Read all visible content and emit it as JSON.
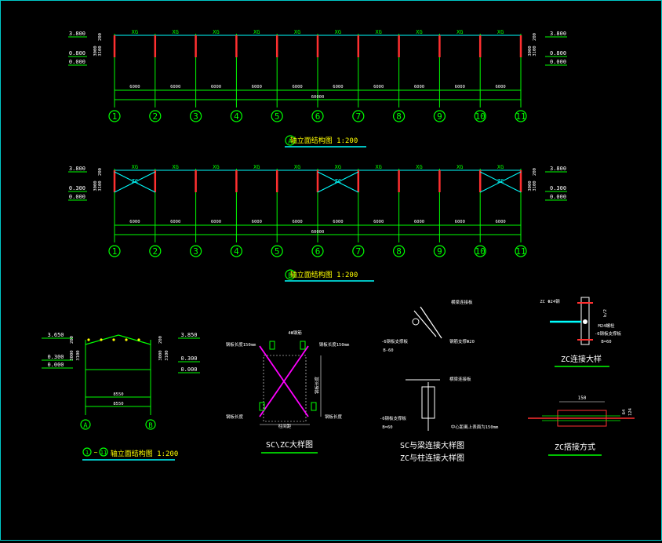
{
  "colors": {
    "background": "#000000",
    "frame": "#00c8c8",
    "green": "#00ff00",
    "cyan": "#00ffff",
    "white": "#ffffff",
    "red": "#ff3030",
    "magenta": "#ff00ff",
    "yellow": "#ffff00"
  },
  "elevation_a": {
    "beam_labels": [
      "XG",
      "XG",
      "XG",
      "XG",
      "XG",
      "XG",
      "XG",
      "XG",
      "XG",
      "XG"
    ],
    "bay_labels": [
      "6000",
      "6000",
      "6000",
      "6000",
      "6000",
      "6000",
      "6000",
      "6000",
      "6000",
      "6000"
    ],
    "total": "60000",
    "axes": [
      "1",
      "2",
      "3",
      "4",
      "5",
      "6",
      "7",
      "8",
      "9",
      "10",
      "11"
    ],
    "levels": [
      "3.800",
      "0.800",
      "0.000"
    ],
    "side_dims": [
      "200",
      "3000",
      "3100"
    ],
    "title_letter": "A",
    "title": "轴立面结构图 1:200"
  },
  "elevation_b": {
    "beam_labels": [
      "XG",
      "XG",
      "XG",
      "XG",
      "XG",
      "XG",
      "XG",
      "XG",
      "XG",
      "XG"
    ],
    "brace_label": "ZC",
    "bay_labels": [
      "6000",
      "6000",
      "6000",
      "6000",
      "6000",
      "6000",
      "6000",
      "6000",
      "6000",
      "6000"
    ],
    "total": "60000",
    "axes": [
      "1",
      "2",
      "3",
      "4",
      "5",
      "6",
      "7",
      "8",
      "9",
      "10",
      "11"
    ],
    "levels": [
      "3.800",
      "0.300",
      "0.000"
    ],
    "side_dims": [
      "200",
      "3000",
      "3100"
    ],
    "title_letter": "B",
    "title": "轴立面结构图 1:200"
  },
  "section_elev": {
    "levels": [
      "3.650",
      "0.300",
      "0.000"
    ],
    "levels_right": [
      "3.850",
      "0.300",
      "0.000"
    ],
    "side_dims": [
      "200",
      "3000",
      "3100"
    ],
    "span_dims": [
      "8550",
      "8550"
    ],
    "axes": [
      "A",
      "B"
    ],
    "title_axis_start": "1",
    "title_sep": "~",
    "title_axis_end": "11",
    "title": "轴立面结构图 1:200"
  },
  "sc_zc_detail": {
    "labels": [
      "4Φ钢筋",
      "钢板长度150mm",
      "钢板长度150mm",
      "钢板长度",
      "钢板长度",
      "钢板长度",
      "柱间距"
    ],
    "title": "SC\\ZC大样图"
  },
  "sc_beam_detail": {
    "labels_top": [
      "横梁连接板",
      "-6钢板支撑板",
      "B-60",
      "钢筋支撑Φ20"
    ],
    "labels_bottom": [
      "横梁连接板",
      "-6钢板支撑板",
      "B=60",
      "中心距离上表面为150mm"
    ],
    "title_1": "SC与梁连接大样图",
    "title_2": "ZC与柱连接大样图"
  },
  "zc_connect_detail": {
    "labels": [
      "ZC Φ24钢",
      "b/2",
      "M24螺栓",
      "-6钢板支撑板",
      "B=60"
    ],
    "title": "ZC连接大样"
  },
  "zc_splice_detail": {
    "dim": "150",
    "side_labels": [
      "64",
      "124"
    ],
    "title": "ZC搭接方式"
  }
}
